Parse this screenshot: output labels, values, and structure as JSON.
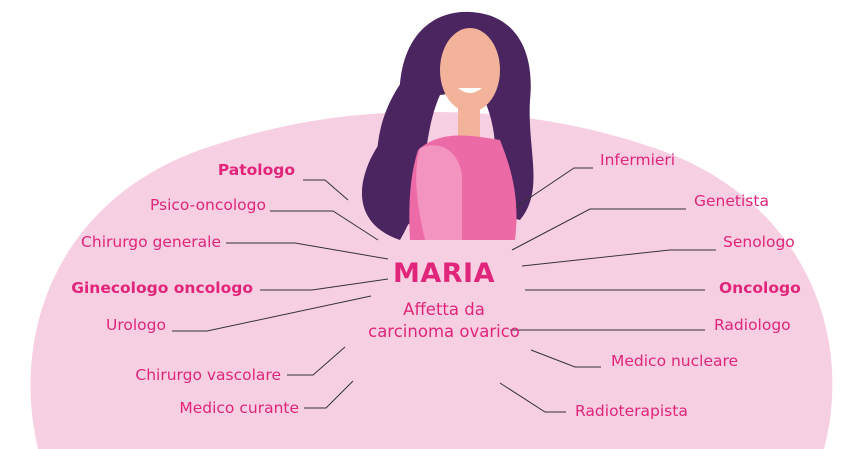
{
  "center": {
    "name": "MARIA",
    "subtitle_line1": "Affetta da",
    "subtitle_line2": "carcinoma ovarico"
  },
  "specialists_left": [
    {
      "label": "Patologo",
      "bold": true
    },
    {
      "label": "Psico-oncologo",
      "bold": false
    },
    {
      "label": "Chirurgo generale",
      "bold": false
    },
    {
      "label": "Ginecologo oncologo",
      "bold": true
    },
    {
      "label": "Urologo",
      "bold": false
    },
    {
      "label": "Chirurgo vascolare",
      "bold": false
    },
    {
      "label": "Medico curante",
      "bold": false
    }
  ],
  "specialists_right": [
    {
      "label": "Infermieri",
      "bold": false
    },
    {
      "label": "Genetista",
      "bold": false
    },
    {
      "label": "Senologo",
      "bold": false
    },
    {
      "label": "Oncologo",
      "bold": true
    },
    {
      "label": "Radiologo",
      "bold": false
    },
    {
      "label": "Medico nucleare",
      "bold": false
    },
    {
      "label": "Radioterapista",
      "bold": false
    }
  ],
  "colors": {
    "accent": "#e0257a",
    "background_shape": "#f7cfe2",
    "hair": "#4a2560",
    "skin": "#f2b39a",
    "shirt": "#ec6aa6"
  }
}
